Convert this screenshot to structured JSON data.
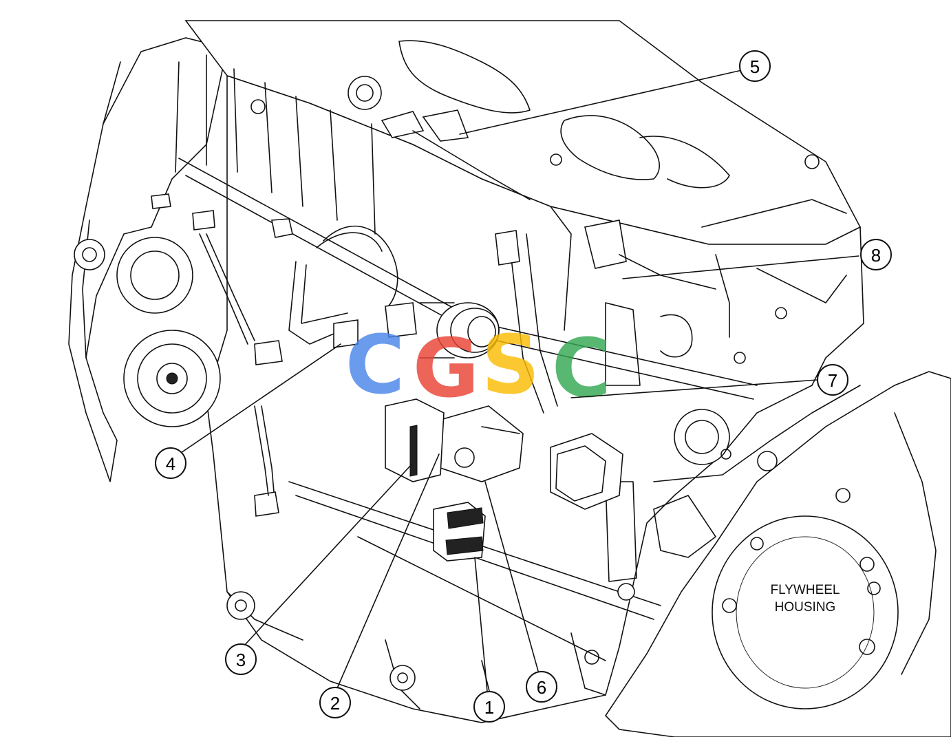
{
  "callouts": [
    {
      "id": "1",
      "label": "1"
    },
    {
      "id": "2",
      "label": "2"
    },
    {
      "id": "3",
      "label": "3"
    },
    {
      "id": "4",
      "label": "4"
    },
    {
      "id": "5",
      "label": "5"
    },
    {
      "id": "6",
      "label": "6"
    },
    {
      "id": "7",
      "label": "7"
    },
    {
      "id": "8",
      "label": "8"
    }
  ],
  "housing_label": {
    "line1": "FLYWHEEL",
    "line2": "HOUSING"
  },
  "watermark": {
    "letters": [
      "C",
      "G",
      "S",
      "C"
    ],
    "colors": [
      "#4a86e8",
      "#ea4335",
      "#fbbc04",
      "#34a853"
    ]
  }
}
